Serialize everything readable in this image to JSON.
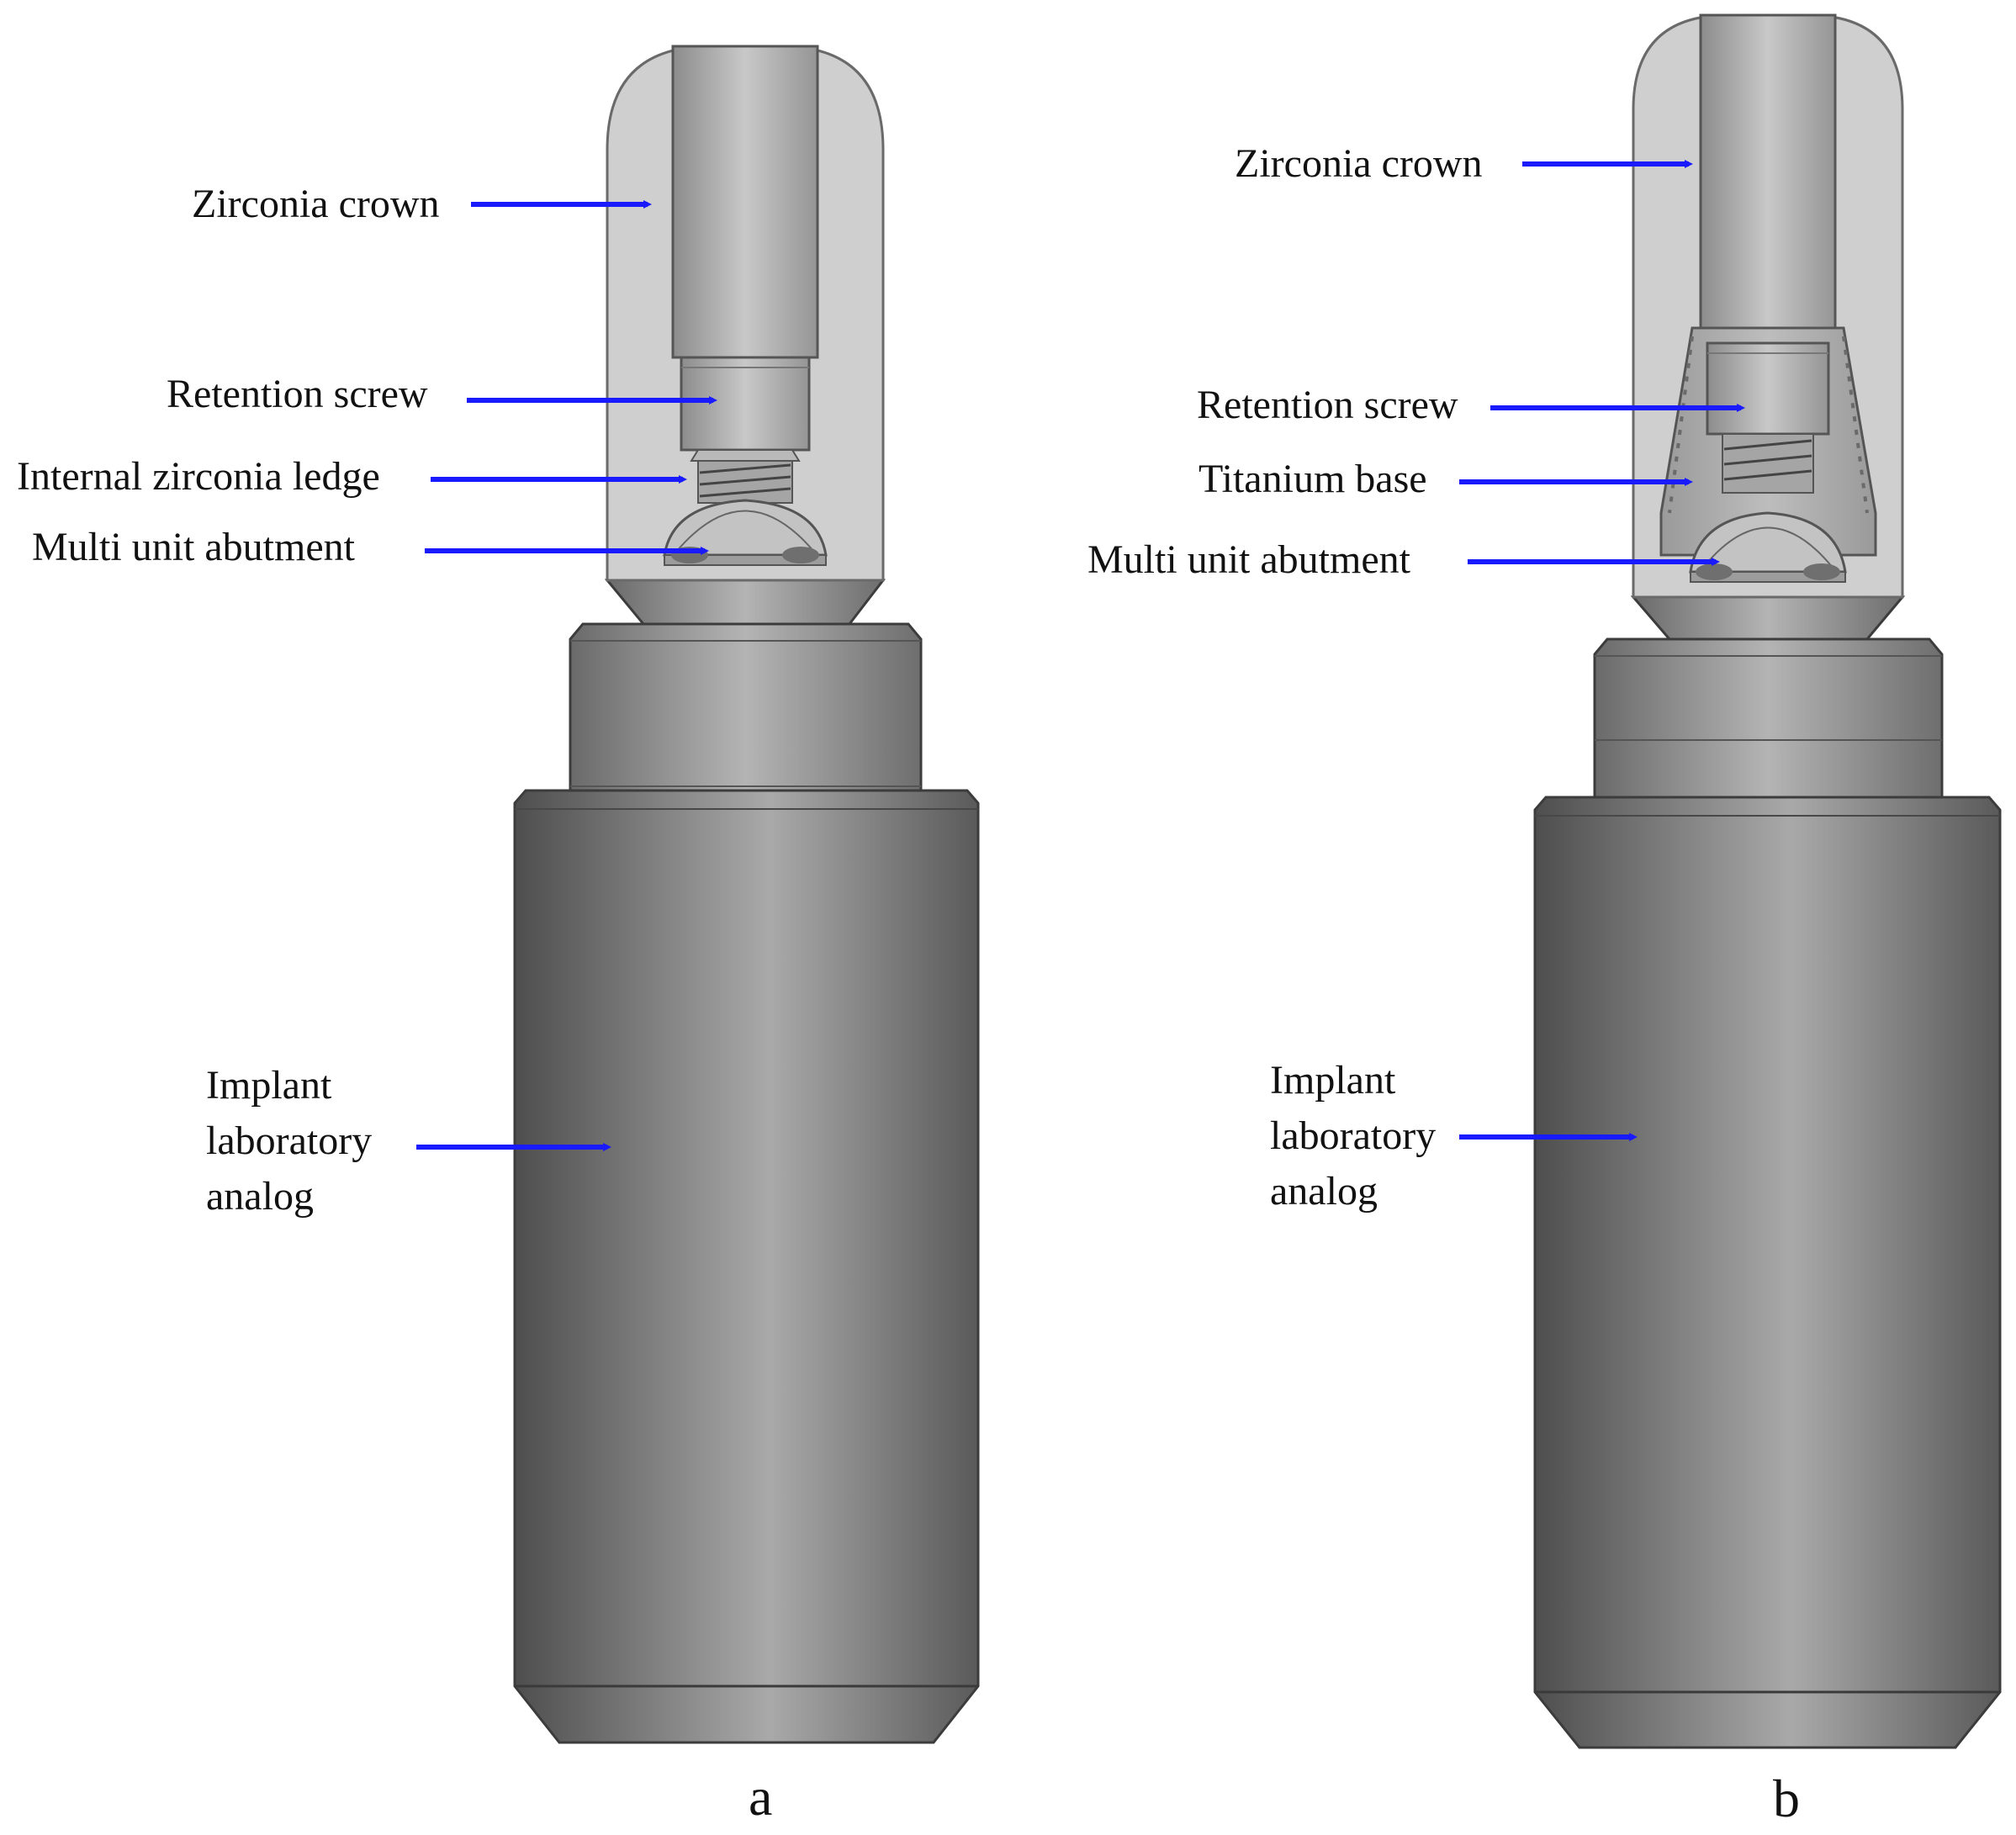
{
  "colors": {
    "arrow": "#1a1aff",
    "crown_translucent": "#cfcfcf",
    "metal_dark": "#5a5a5a",
    "metal_light": "#a8a8a8",
    "background": "#ffffff",
    "text": "#111111"
  },
  "panels": [
    {
      "caption": "a",
      "labels": {
        "crown": "Zirconia crown",
        "screw": "Retention screw",
        "ledge": "Internal zirconia ledge",
        "abutment": "Multi unit abutment",
        "analog_l1": "Implant",
        "analog_l2": "laboratory",
        "analog_l3": "analog"
      }
    },
    {
      "caption": "b",
      "labels": {
        "crown": "Zirconia crown",
        "screw": "Retention screw",
        "base": "Titanium base",
        "abutment": "Multi unit abutment",
        "analog_l1": "Implant",
        "analog_l2": "laboratory",
        "analog_l3": "analog"
      }
    }
  ]
}
